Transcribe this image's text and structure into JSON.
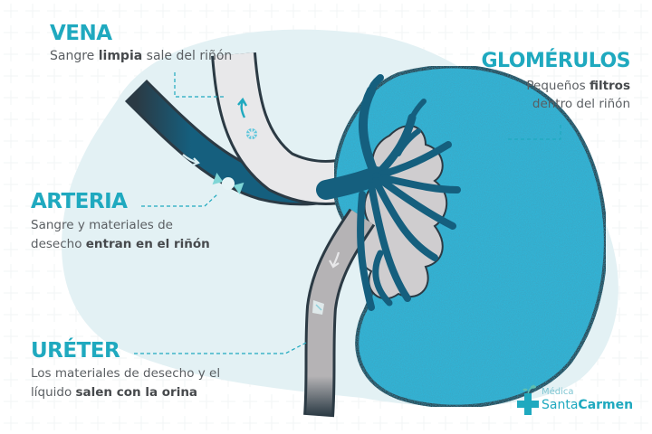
{
  "labels": {
    "vena": {
      "title": "VENA",
      "desc_pre": "Sangre ",
      "desc_bold": "limpia",
      "desc_post": " sale del riñón"
    },
    "glomerulos": {
      "title": "GLOMÉRULOS",
      "line1_pre": "Pequeños ",
      "line1_bold": "filtros",
      "line2": "dentro del riñón"
    },
    "arteria": {
      "title": "ARTERIA",
      "line1": "Sangre y materiales de",
      "line2_pre": "desecho ",
      "line2_bold": "entran en el riñón"
    },
    "ureter": {
      "title": "URÉTER",
      "line1": "Los materiales de desecho y el",
      "line2_pre": "líquido ",
      "line2_bold": "salen con la orina"
    }
  },
  "logo": {
    "line1": "Médica",
    "line2_light": "Santa",
    "line2_bold": "Carmen"
  },
  "colors": {
    "accent": "#1fa9bf",
    "kidney": "#33b4d6",
    "vessel_dark": "#155f7e",
    "vessel_light": "#e8e8ea",
    "ureter": "#b5b3b5",
    "blob": "#e3f1f4"
  }
}
